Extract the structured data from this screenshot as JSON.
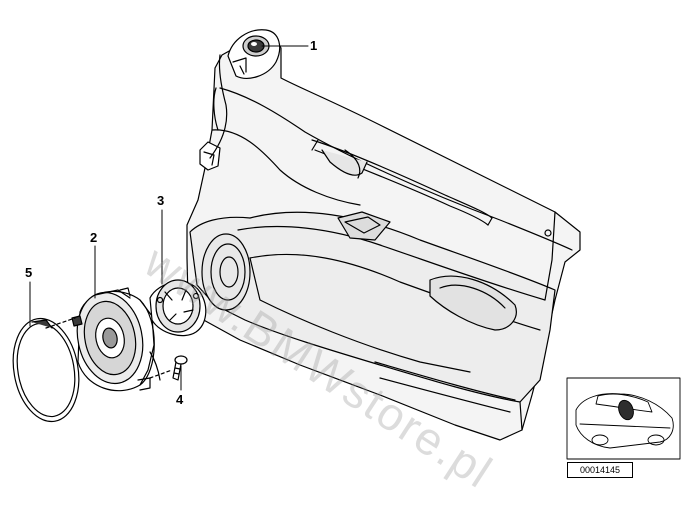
{
  "callouts": [
    {
      "label": "1"
    },
    {
      "label": "2"
    },
    {
      "label": "3"
    },
    {
      "label": "4"
    },
    {
      "label": "5"
    }
  ],
  "watermark": "www.BMWstore.pl",
  "part_code": "00014145",
  "colors": {
    "line": "#000000",
    "shade": "#9a9a9a",
    "dark": "#3a3a3a",
    "light_fill": "#f2f2f2"
  }
}
